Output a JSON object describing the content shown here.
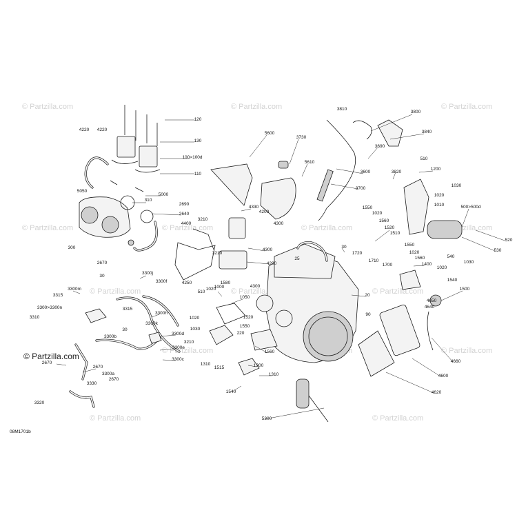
{
  "watermark": {
    "text": "© Partzilla.com",
    "repeat_count": 15,
    "prominent_text": "© Partzilla.com"
  },
  "diagram_code": "08M1701b",
  "callouts": [
    "120",
    "130",
    "100>100d",
    "110",
    "4220",
    "4220",
    "5050",
    "5000",
    "310",
    "2690",
    "2640",
    "300",
    "2670",
    "5600",
    "3730",
    "5610",
    "4330",
    "4200",
    "4300",
    "3210",
    "4400",
    "4300",
    "4200",
    "3210",
    "4250",
    "1580",
    "4300",
    "3810",
    "3800",
    "3840",
    "3690",
    "3600",
    "3820",
    "3700",
    "510",
    "1200",
    "1030",
    "1020",
    "1010",
    "500>500d",
    "520",
    "530",
    "1550",
    "1020",
    "1560",
    "1520",
    "1510",
    "30",
    "1720",
    "1710",
    "1700",
    "1550",
    "1020",
    "1560",
    "1400",
    "1030",
    "1020",
    "1540",
    "25",
    "20",
    "540",
    "1500",
    "4650",
    "4640",
    "4660",
    "4600",
    "4620",
    "90",
    "5300",
    "30",
    "3300j",
    "3300f",
    "3300m",
    "3315",
    "3300>3300n",
    "3310",
    "3300h",
    "3315",
    "3300k",
    "30",
    "3300b",
    "3300d",
    "3300e",
    "3300c",
    "2670",
    "2670",
    "3300a",
    "2670",
    "3330",
    "3320",
    "3210",
    "510",
    "1020",
    "1000",
    "1020",
    "1030",
    "1050",
    "1520",
    "220",
    "1550",
    "1560",
    "1300",
    "1310",
    "1515",
    "1310",
    "1540",
    "1500"
  ]
}
